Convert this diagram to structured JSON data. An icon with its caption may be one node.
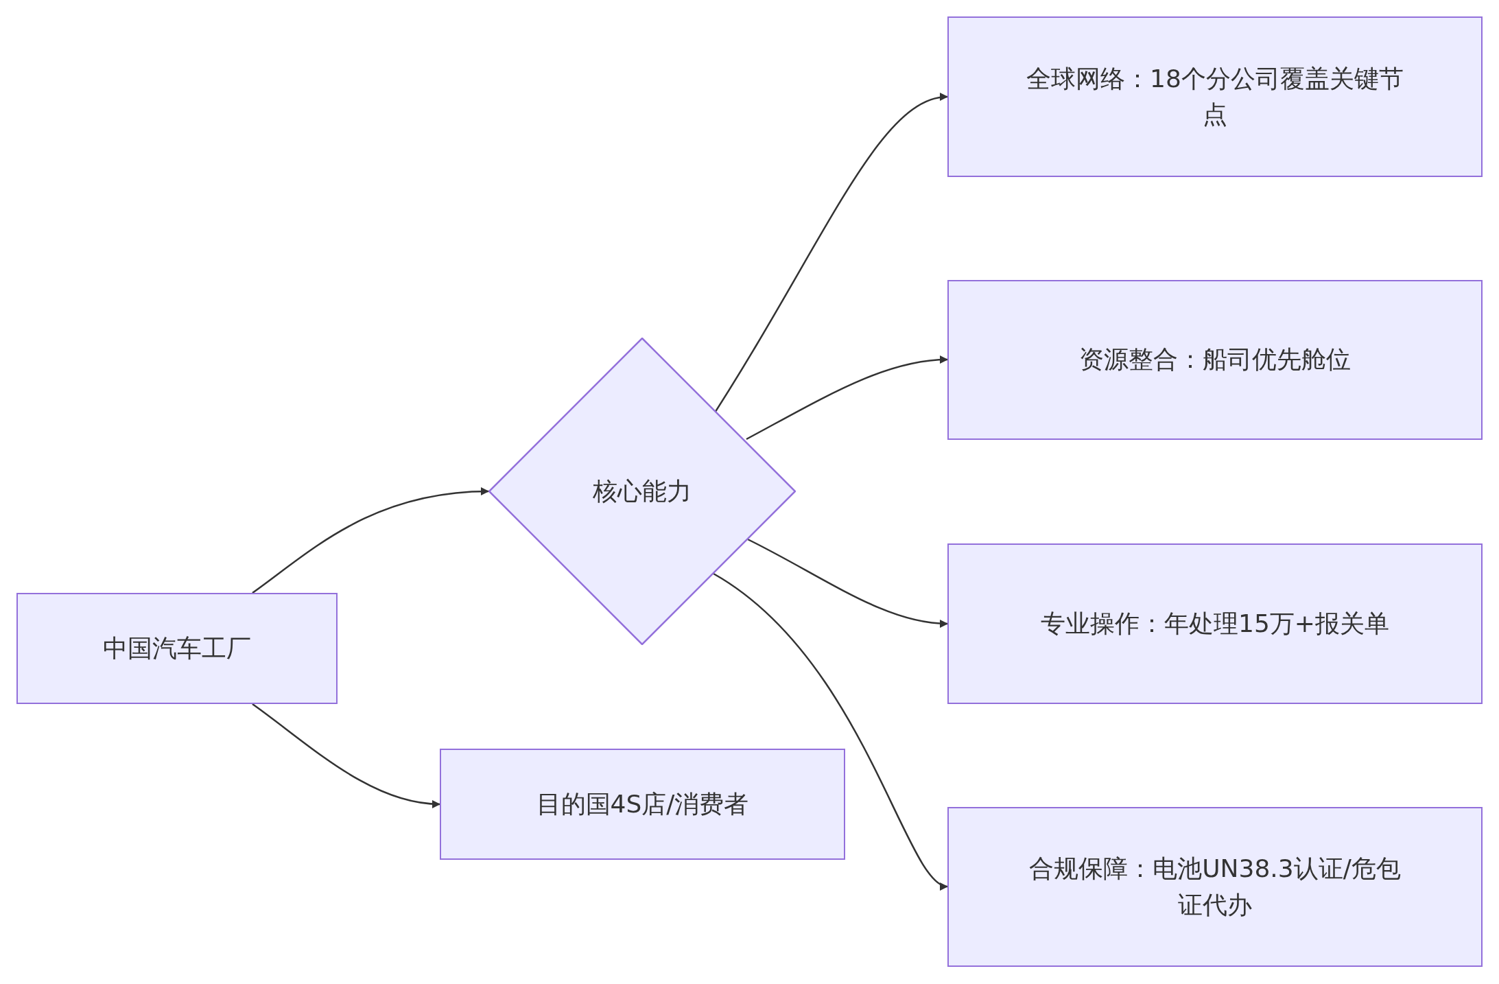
{
  "diagram": {
    "nodes": [
      {
        "text": [
          "中国汽车工厂"
        ]
      },
      {
        "text": [
          "核心能力"
        ]
      },
      {
        "text": [
          "目的国4S店/消费者"
        ]
      },
      {
        "text": [
          "全球网络：18个分公司覆盖关键节点"
        ]
      },
      {
        "text": [
          "资源整合：船司优先舱位"
        ]
      },
      {
        "text": [
          "专业操作：年处理15万+报关单"
        ]
      },
      {
        "text": [
          "合规保障：电池UN38.3认证/危包证代办"
        ]
      }
    ],
    "edges": [
      {
        "from": 0,
        "to": 1,
        "arrow": "to"
      },
      {
        "from": 0,
        "to": 2,
        "arrow": "to"
      },
      {
        "from": 1,
        "to": 3,
        "arrow": "to"
      },
      {
        "from": 1,
        "to": 4,
        "arrow": "to"
      },
      {
        "from": 1,
        "to": 5,
        "arrow": "to"
      },
      {
        "from": 1,
        "to": 6,
        "arrow": "to"
      }
    ]
  }
}
